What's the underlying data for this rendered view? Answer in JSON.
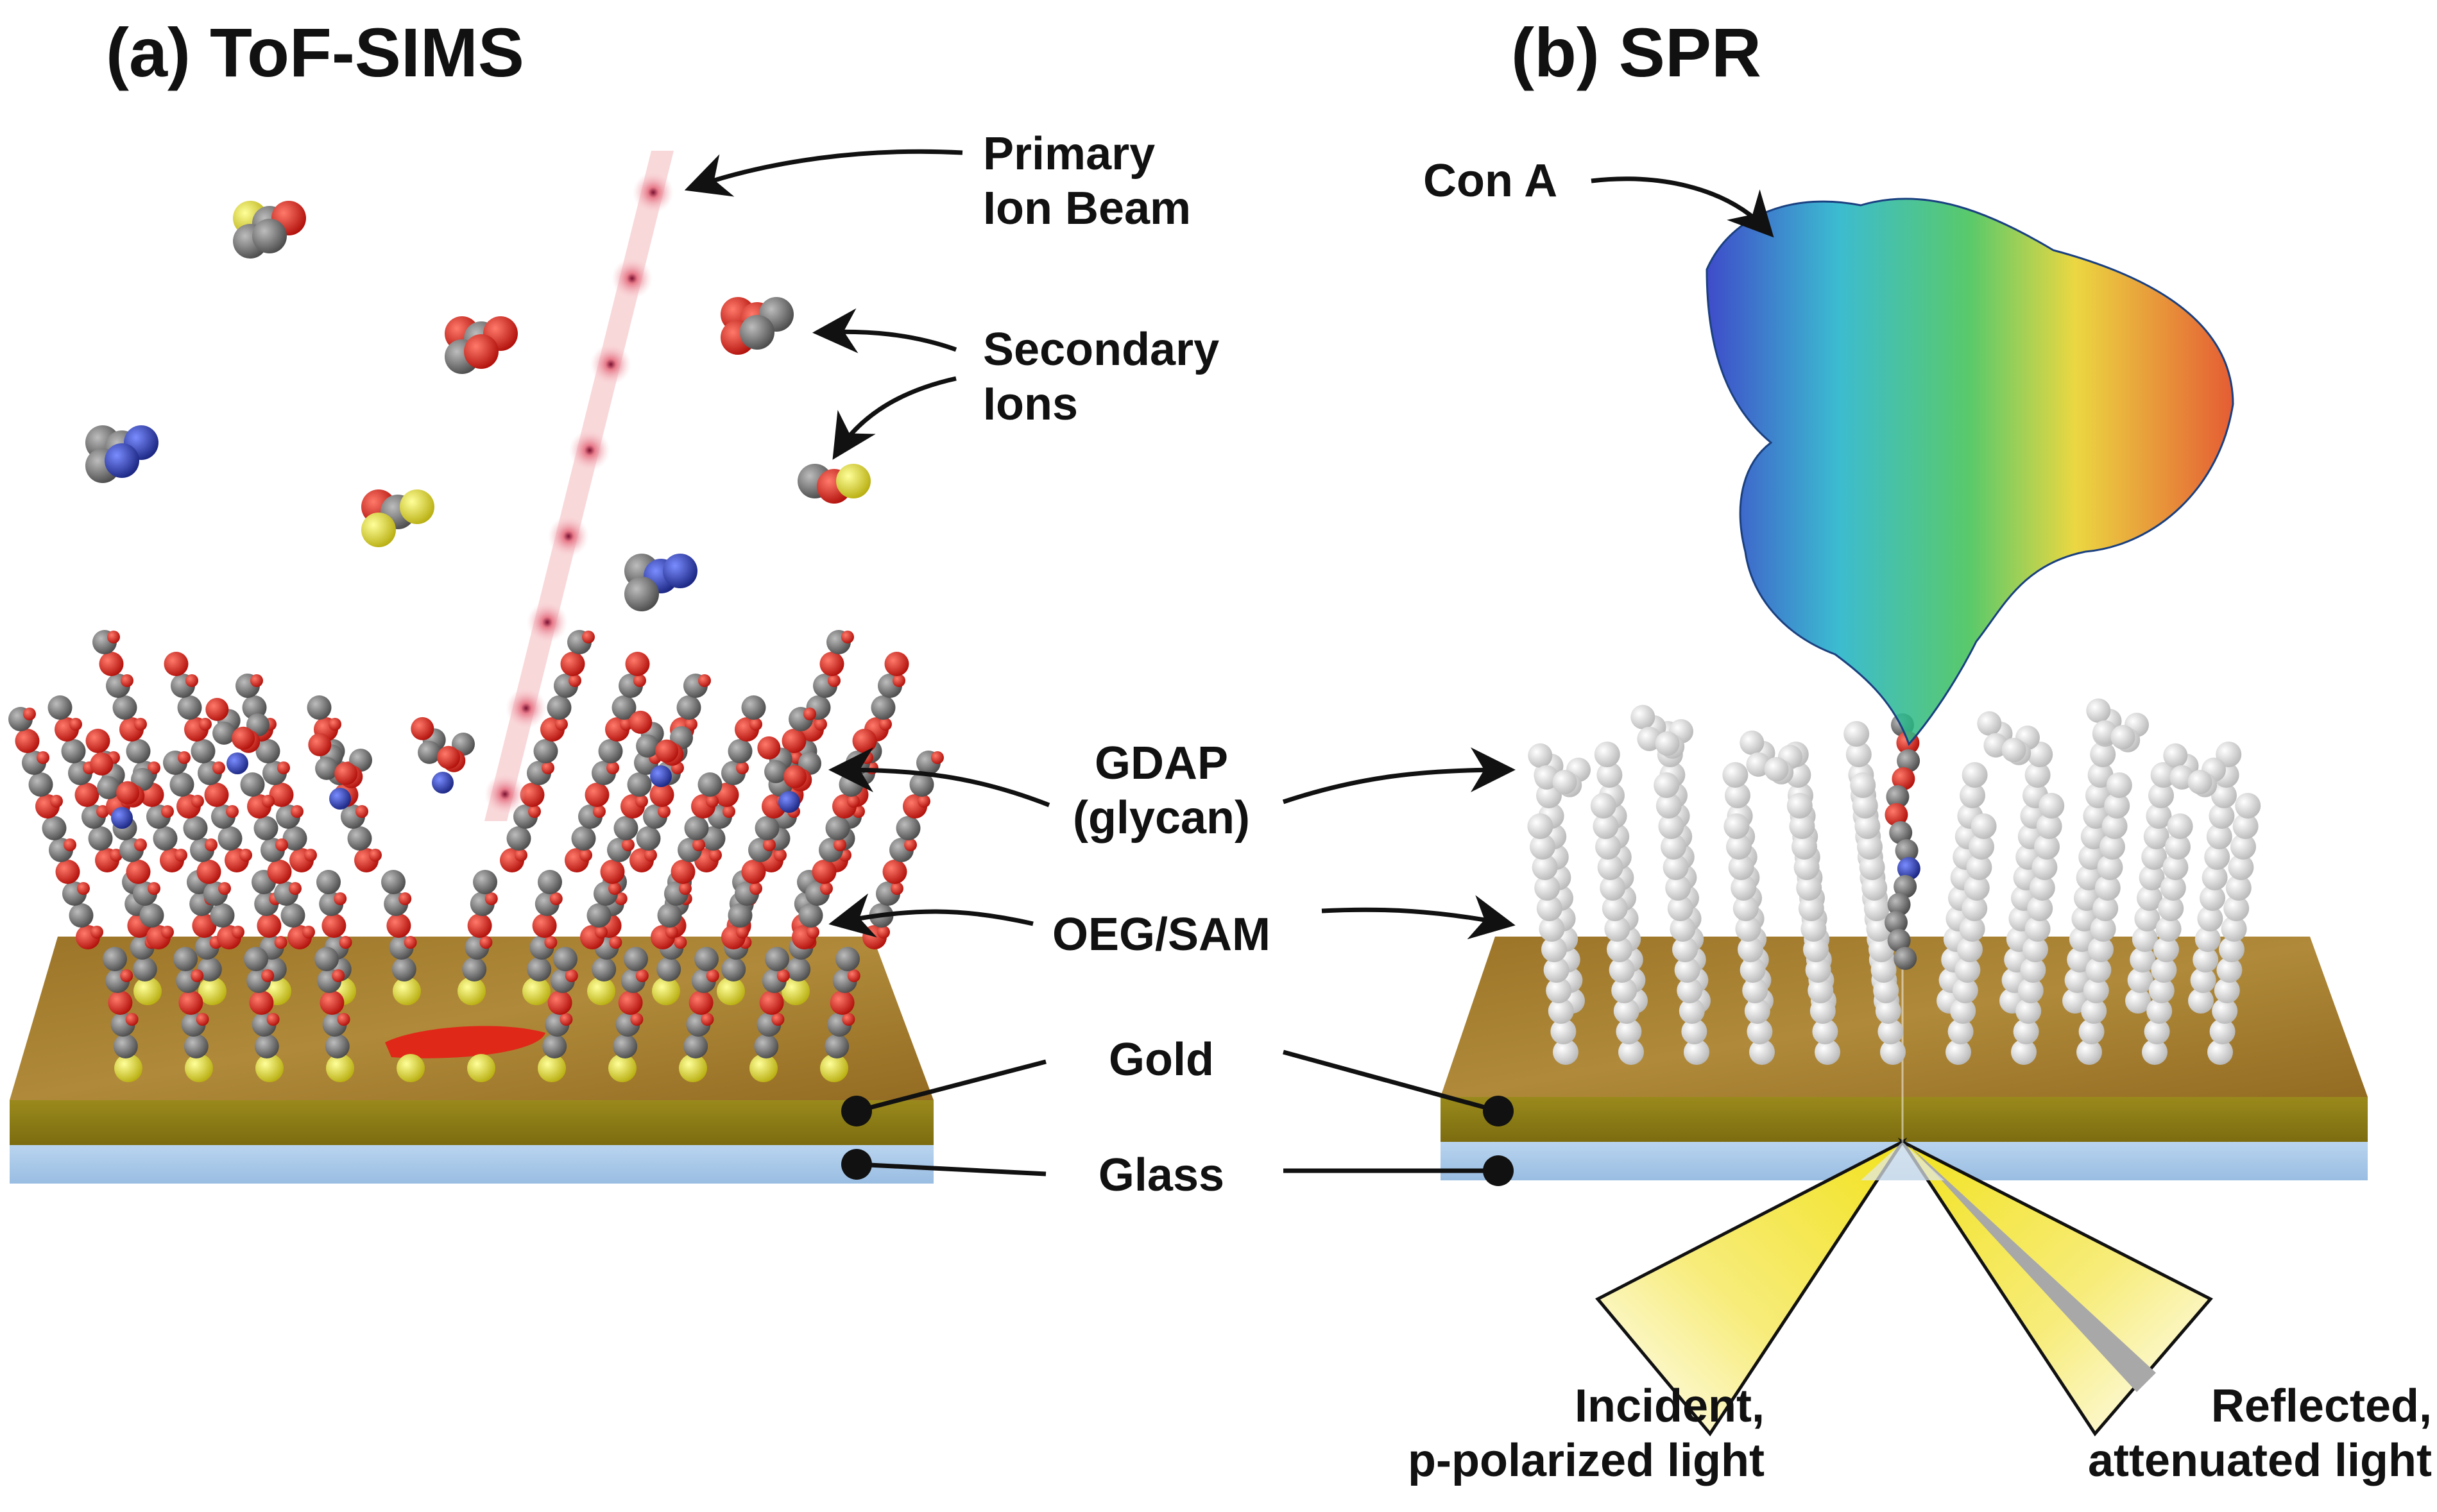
{
  "panel_a": {
    "title": "(a) ToF-SIMS",
    "labels": {
      "primary_beam_l1": "Primary",
      "primary_beam_l2": "Ion Beam",
      "secondary_l1": "Secondary",
      "secondary_l2": "Ions"
    }
  },
  "panel_b": {
    "title": "(b) SPR",
    "labels": {
      "con_a": "Con A",
      "incident_l1": "Incident,",
      "incident_l2": "p-polarized light",
      "reflected_l1": "Reflected,",
      "reflected_l2": "attenuated light"
    }
  },
  "shared_labels": {
    "gdap_l1": "GDAP",
    "gdap_l2": "(glycan)",
    "oeg": "OEG/SAM",
    "gold": "Gold",
    "glass": "Glass"
  },
  "colors": {
    "gold_layer": "#a07a2c",
    "gold_edge": "#8a7a18",
    "glass_layer": "#a9c8e8",
    "carbon": "#6f6f6f",
    "oxygen": "#e0241c",
    "nitrogen": "#2b3fb0",
    "sulfur": "#e8e030",
    "white_atom": "#ececec",
    "beam": "#f2a6a6",
    "light": "#f0e030"
  }
}
